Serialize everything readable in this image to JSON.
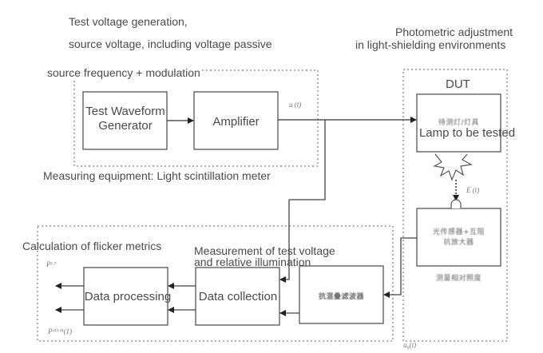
{
  "labels": {
    "test_voltage_gen_line1": "Test voltage generation,",
    "test_voltage_gen_line2": "source voltage, including voltage passive",
    "test_voltage_gen_line3": "source frequency + modulation",
    "photometric_line1": "Photometric adjustment",
    "photometric_line2": "in light-shielding environments",
    "dut": "DUT",
    "measuring_equipment": "Measuring equipment: Light scintillation meter",
    "flicker_metrics": "Calculation of flicker metrics",
    "measurement_line1": "Measurement of test voltage",
    "measurement_line2": "and relative illumination"
  },
  "blocks": {
    "waveform_generator_line1": "Test Waveform",
    "waveform_generator_line2": "Generator",
    "amplifier": "Amplifier",
    "lamp_cn": "待测灯/灯具",
    "lamp_en": "Lamp to be tested",
    "sensor_line1": "光传感器+互阻",
    "sensor_line2": "抗放大器",
    "sensor_caption": "测量相对照度",
    "data_processing": "Data processing",
    "data_collection": "Data collection",
    "anti_alias_filter": "抗混叠滤波器"
  },
  "signals": {
    "u_t": "u (t)",
    "e_t": "E (t)",
    "u0_t": "u₀(t)",
    "pst": "Pᴸᵀ",
    "pst_lm": "Pˢᵀᴸᴹ(1)"
  }
}
